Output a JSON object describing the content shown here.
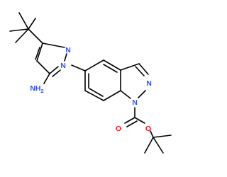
{
  "molecule": {
    "atom_labels": [
      {
        "id": "n-pyrazole-1",
        "text": "N"
      },
      {
        "id": "n-pyrazole-2",
        "text": "N"
      },
      {
        "id": "nh2",
        "text": "NH2",
        "main": "NH",
        "sub": "2"
      },
      {
        "id": "n-indazole-2",
        "text": "N"
      },
      {
        "id": "n-indazole-1",
        "text": "N"
      },
      {
        "id": "o-carbonyl",
        "text": "O"
      },
      {
        "id": "o-ester",
        "text": "O"
      }
    ]
  },
  "colors": {
    "nitrogen": "#3050F8",
    "oxygen": "#FF0D0D",
    "bond": "#000000",
    "background": "#FFFFFF"
  }
}
